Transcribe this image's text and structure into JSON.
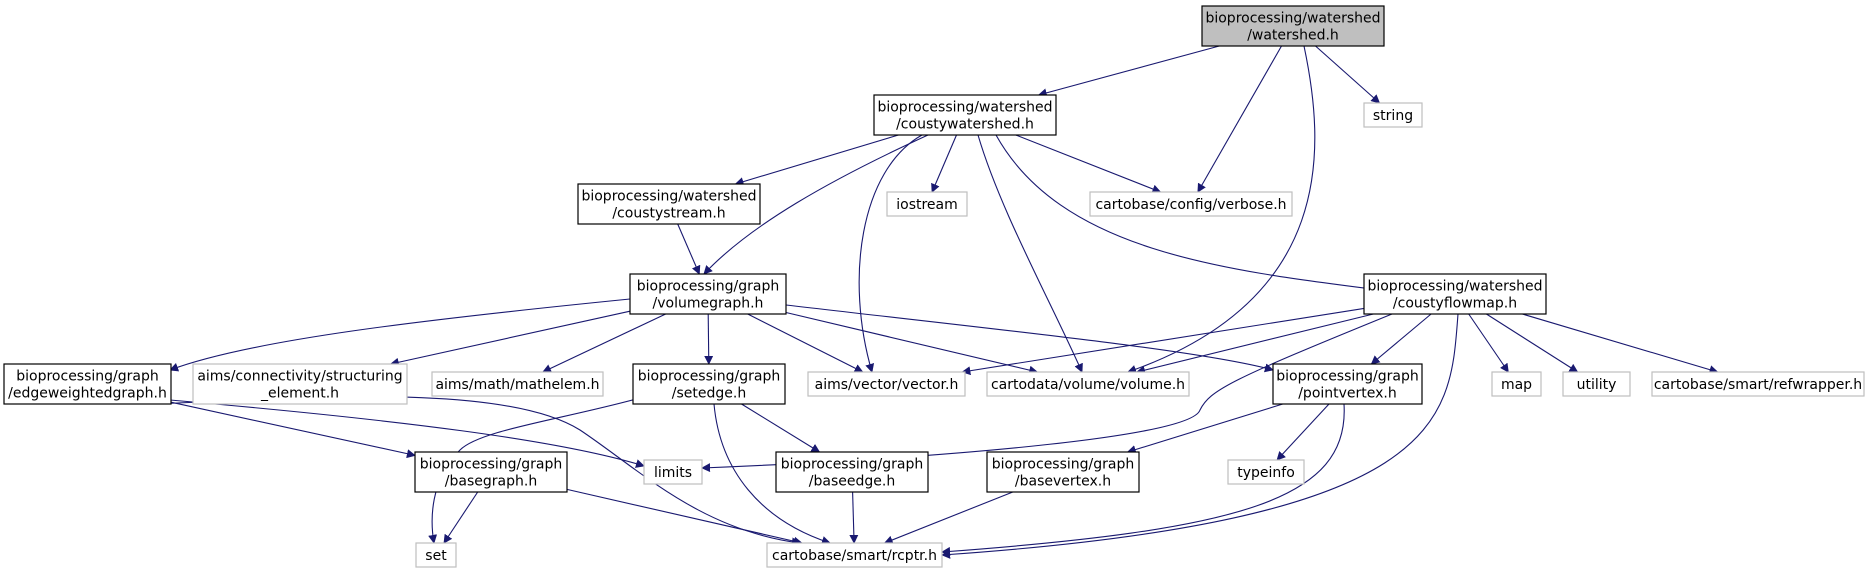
{
  "nodes": [
    {
      "id": "watershed_h",
      "lines": [
        "bioprocessing/watershed",
        "/watershed.h"
      ],
      "style": "root"
    },
    {
      "id": "coustywatershed_h",
      "lines": [
        "bioprocessing/watershed",
        "/coustywatershed.h"
      ],
      "style": "local"
    },
    {
      "id": "string",
      "lines": [
        "string"
      ],
      "style": "external"
    },
    {
      "id": "coustystream_h",
      "lines": [
        "bioprocessing/watershed",
        "/coustystream.h"
      ],
      "style": "local"
    },
    {
      "id": "iostream",
      "lines": [
        "iostream"
      ],
      "style": "external"
    },
    {
      "id": "verbose_h",
      "lines": [
        "cartobase/config/verbose.h"
      ],
      "style": "external"
    },
    {
      "id": "volumegraph_h",
      "lines": [
        "bioprocessing/graph",
        "/volumegraph.h"
      ],
      "style": "local"
    },
    {
      "id": "coustyflowmap_h",
      "lines": [
        "bioprocessing/watershed",
        "/coustyflowmap.h"
      ],
      "style": "local"
    },
    {
      "id": "edgeweightedgraph_h",
      "lines": [
        "bioprocessing/graph",
        "/edgeweightedgraph.h"
      ],
      "style": "local"
    },
    {
      "id": "structuring_element_h",
      "lines": [
        "aims/connectivity/structuring",
        "_element.h"
      ],
      "style": "external"
    },
    {
      "id": "mathelem_h",
      "lines": [
        "aims/math/mathelem.h"
      ],
      "style": "external"
    },
    {
      "id": "setedge_h",
      "lines": [
        "bioprocessing/graph",
        "/setedge.h"
      ],
      "style": "local"
    },
    {
      "id": "vector_h",
      "lines": [
        "aims/vector/vector.h"
      ],
      "style": "external"
    },
    {
      "id": "volume_h",
      "lines": [
        "cartodata/volume/volume.h"
      ],
      "style": "external"
    },
    {
      "id": "pointvertex_h",
      "lines": [
        "bioprocessing/graph",
        "/pointvertex.h"
      ],
      "style": "local"
    },
    {
      "id": "map",
      "lines": [
        "map"
      ],
      "style": "external"
    },
    {
      "id": "utility",
      "lines": [
        "utility"
      ],
      "style": "external"
    },
    {
      "id": "refwrapper_h",
      "lines": [
        "cartobase/smart/refwrapper.h"
      ],
      "style": "external"
    },
    {
      "id": "limits",
      "lines": [
        "limits"
      ],
      "style": "external"
    },
    {
      "id": "basegraph_h",
      "lines": [
        "bioprocessing/graph",
        "/basegraph.h"
      ],
      "style": "local"
    },
    {
      "id": "baseedge_h",
      "lines": [
        "bioprocessing/graph",
        "/baseedge.h"
      ],
      "style": "local"
    },
    {
      "id": "basevertex_h",
      "lines": [
        "bioprocessing/graph",
        "/basevertex.h"
      ],
      "style": "local"
    },
    {
      "id": "typeinfo",
      "lines": [
        "typeinfo"
      ],
      "style": "external"
    },
    {
      "id": "set",
      "lines": [
        "set"
      ],
      "style": "external"
    },
    {
      "id": "rcptr_h",
      "lines": [
        "cartobase/smart/rcptr.h"
      ],
      "style": "external"
    }
  ],
  "edges": [
    [
      "watershed_h",
      "coustywatershed_h"
    ],
    [
      "watershed_h",
      "verbose_h"
    ],
    [
      "watershed_h",
      "volume_h"
    ],
    [
      "watershed_h",
      "string"
    ],
    [
      "coustywatershed_h",
      "coustystream_h"
    ],
    [
      "coustywatershed_h",
      "volumegraph_h"
    ],
    [
      "coustywatershed_h",
      "vector_h"
    ],
    [
      "coustywatershed_h",
      "iostream"
    ],
    [
      "coustywatershed_h",
      "verbose_h"
    ],
    [
      "coustywatershed_h",
      "volume_h"
    ],
    [
      "coustywatershed_h",
      "coustyflowmap_h"
    ],
    [
      "coustystream_h",
      "volumegraph_h"
    ],
    [
      "volumegraph_h",
      "edgeweightedgraph_h"
    ],
    [
      "volumegraph_h",
      "structuring_element_h"
    ],
    [
      "volumegraph_h",
      "mathelem_h"
    ],
    [
      "volumegraph_h",
      "setedge_h"
    ],
    [
      "volumegraph_h",
      "vector_h"
    ],
    [
      "volumegraph_h",
      "volume_h"
    ],
    [
      "volumegraph_h",
      "pointvertex_h"
    ],
    [
      "coustyflowmap_h",
      "vector_h"
    ],
    [
      "coustyflowmap_h",
      "volume_h"
    ],
    [
      "coustyflowmap_h",
      "pointvertex_h"
    ],
    [
      "coustyflowmap_h",
      "map"
    ],
    [
      "coustyflowmap_h",
      "utility"
    ],
    [
      "coustyflowmap_h",
      "refwrapper_h"
    ],
    [
      "coustyflowmap_h",
      "limits"
    ],
    [
      "coustyflowmap_h",
      "rcptr_h"
    ],
    [
      "edgeweightedgraph_h",
      "basegraph_h"
    ],
    [
      "edgeweightedgraph_h",
      "limits"
    ],
    [
      "edgeweightedgraph_h",
      "rcptr_h"
    ],
    [
      "setedge_h",
      "baseedge_h"
    ],
    [
      "setedge_h",
      "set"
    ],
    [
      "setedge_h",
      "rcptr_h"
    ],
    [
      "pointvertex_h",
      "basevertex_h"
    ],
    [
      "pointvertex_h",
      "typeinfo"
    ],
    [
      "pointvertex_h",
      "rcptr_h"
    ],
    [
      "basegraph_h",
      "set"
    ],
    [
      "basegraph_h",
      "rcptr_h"
    ],
    [
      "baseedge_h",
      "rcptr_h"
    ],
    [
      "basevertex_h",
      "rcptr_h"
    ]
  ],
  "colors": {
    "edge": "#191970",
    "root_fill": "#bfbfbf",
    "local_border": "#000000",
    "external_border": "#bfbfbf",
    "label_text": "#000000"
  }
}
